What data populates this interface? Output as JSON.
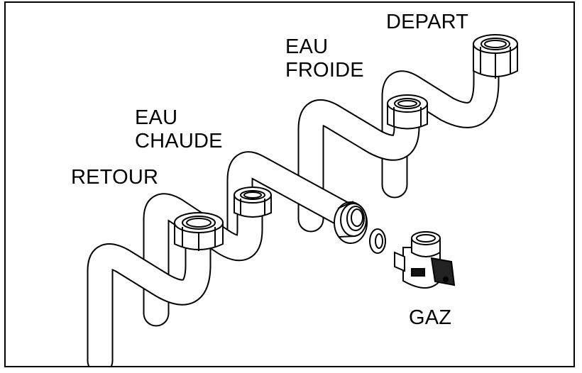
{
  "labels": {
    "depart": "DEPART",
    "eau_froide": "EAU\nFROIDE",
    "eau_chaude": "EAU\nCHAUDE",
    "retour": "RETOUR",
    "gaz": "GAZ"
  },
  "colors": {
    "line": "#000000",
    "background": "#ffffff",
    "border": "#000000"
  }
}
